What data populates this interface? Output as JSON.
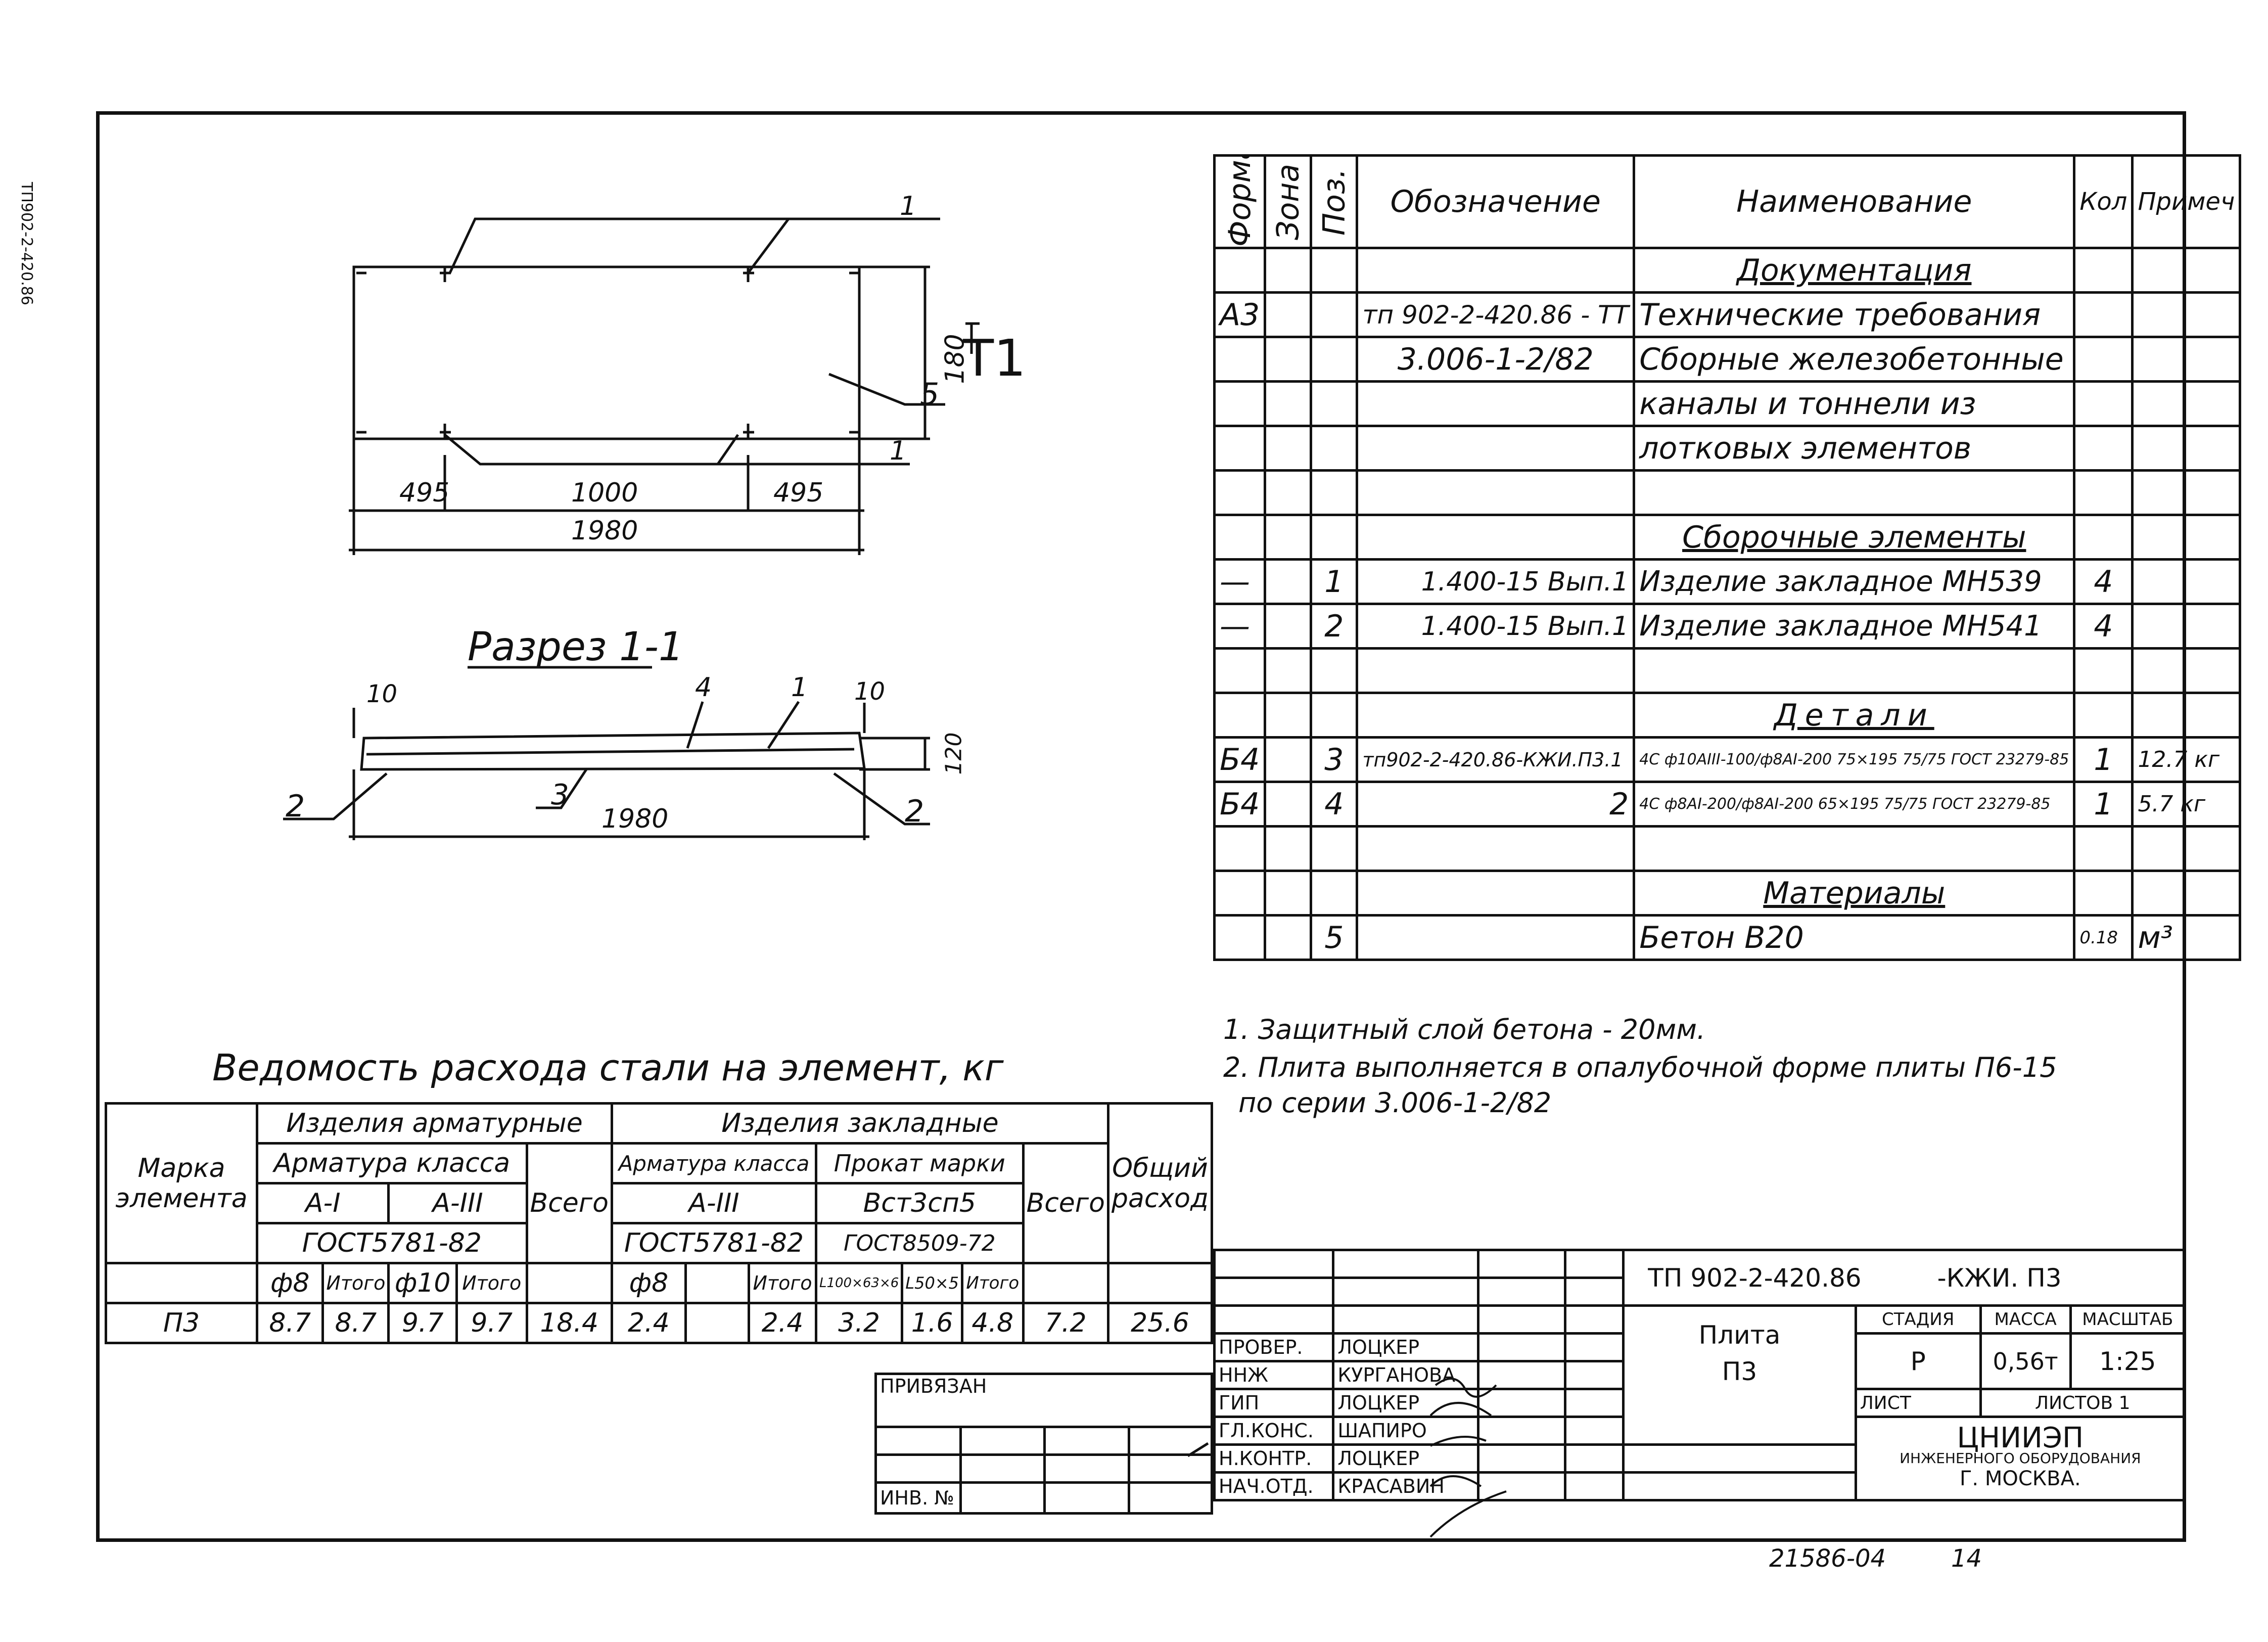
{
  "side_mark": "ТП902-2-420.86",
  "drawing": {
    "plan_dims": {
      "left": "495",
      "middle": "1000",
      "right": "495",
      "total": "1980",
      "height": "180"
    },
    "plan_callouts": {
      "top": "1",
      "right": "5",
      "bottom": "1"
    },
    "view_label": "Т1",
    "section_title": "Разрез 1-1",
    "section_dims": {
      "left": "10",
      "right": "10",
      "height": "120",
      "total": "1980"
    },
    "section_callouts": {
      "c4": "4",
      "c1": "1",
      "c2a": "2",
      "c3": "3",
      "c2b": "2"
    }
  },
  "spec": {
    "headers": {
      "format": "Формат",
      "zone": "Зона",
      "pos": "Поз.",
      "designation": "Обозначение",
      "name": "Наименование",
      "qty": "Кол",
      "note": "Примеч"
    },
    "rows": [
      {
        "format": "",
        "pos": "",
        "designation": "",
        "name": "Документация",
        "qty": "",
        "note": "",
        "section": true
      },
      {
        "format": "А3",
        "pos": "",
        "designation": "тп 902-2-420.86 - ТТ",
        "name": "Технические требования",
        "qty": "",
        "note": ""
      },
      {
        "format": "",
        "pos": "",
        "designation": "3.006-1-2/82",
        "name": "Сборные железобетонные",
        "qty": "",
        "note": ""
      },
      {
        "format": "",
        "pos": "",
        "designation": "",
        "name": "каналы и тоннели из",
        "qty": "",
        "note": ""
      },
      {
        "format": "",
        "pos": "",
        "designation": "",
        "name": "лотковых элементов",
        "qty": "",
        "note": ""
      },
      {
        "format": "",
        "pos": "",
        "designation": "",
        "name": "",
        "qty": "",
        "note": ""
      },
      {
        "format": "",
        "pos": "",
        "designation": "",
        "name": "Сборочные элементы",
        "qty": "",
        "note": "",
        "section": true
      },
      {
        "format": "—",
        "pos": "1",
        "designation": "1.400-15 Вып.1",
        "name": "Изделие закладное МН539",
        "qty": "4",
        "note": ""
      },
      {
        "format": "—",
        "pos": "2",
        "designation": "1.400-15 Вып.1",
        "name": "Изделие закладное МН541",
        "qty": "4",
        "note": ""
      },
      {
        "format": "",
        "pos": "",
        "designation": "",
        "name": "",
        "qty": "",
        "note": ""
      },
      {
        "format": "",
        "pos": "",
        "designation": "",
        "name": "Детали",
        "qty": "",
        "note": "",
        "section": true
      },
      {
        "format": "Б4",
        "pos": "3",
        "designation": "тп902-2-420.86-КЖИ.П3.1",
        "name": "4С ф10АIII-100/ф8АI-200 75×195 75/75 ГОСТ 23279-85",
        "qty": "1",
        "note": "12.7 кг"
      },
      {
        "format": "Б4",
        "pos": "4",
        "designation": "2",
        "name": "4С ф8АI-200/ф8АI-200 65×195 75/75 ГОСТ 23279-85",
        "qty": "1",
        "note": "5.7 кг"
      },
      {
        "format": "",
        "pos": "",
        "designation": "",
        "name": "",
        "qty": "",
        "note": ""
      },
      {
        "format": "",
        "pos": "",
        "designation": "",
        "name": "Материалы",
        "qty": "",
        "note": "",
        "section": true
      },
      {
        "format": "",
        "pos": "5",
        "designation": "",
        "name": "Бетон В20",
        "qty": "0.18",
        "note": "м³"
      }
    ]
  },
  "notes": [
    "1. Защитный слой бетона - 20мм.",
    "2. Плита выполняется в опалубочной форме плиты П6-15",
    "по серии 3.006-1-2/82"
  ],
  "steel": {
    "title": "Ведомость расхода стали на элемент, кг",
    "h_mark": "Марка элемента",
    "h_arm_items": "Изделия арматурные",
    "h_emb_items": "Изделия закладные",
    "h_arm_class": "Арматура класса",
    "h_arm_class2": "Арматура класса",
    "h_rolled": "Прокат марки",
    "h_total1": "Всего",
    "h_total2": "Всего",
    "h_overall": "Общий расход",
    "h_a1": "А-I",
    "h_a3": "А-III",
    "h_a3b": "А-III",
    "h_st": "Вст3сп5",
    "h_gost1": "ГОСТ5781-82",
    "h_gost2": "ГОСТ5781-82",
    "h_gost3": "ГОСТ8509-72",
    "h_cols": [
      "ф8",
      "Итого",
      "ф10",
      "Итого",
      "ф8",
      "",
      "Итого",
      "L100×63×6",
      "L50×5",
      "Итого"
    ],
    "row": {
      "mark": "П3",
      "values": [
        "8.7",
        "8.7",
        "9.7",
        "9.7",
        "18.4",
        "2.4",
        "",
        "2.4",
        "3.2",
        "1.6",
        "4.8",
        "7.2",
        "25.6"
      ]
    }
  },
  "title_block": {
    "doc_code": "ТП 902-2-420.86",
    "doc_suffix": "-КЖИ. П3",
    "title_line1": "Плита",
    "title_line2": "П3",
    "stage_h": "СТАДИЯ",
    "mass_h": "МАССА",
    "scale_h": "МАСШТАБ",
    "stage": "Р",
    "mass": "0,56т",
    "scale": "1:25",
    "sheet_h": "ЛИСТ",
    "sheets_h": "ЛИСТОВ 1",
    "org1": "ЦНИИЭП",
    "org2": "ИНЖЕНЕРНОГО ОБОРУДОВАНИЯ",
    "org3": "Г. МОСКВА.",
    "bound": "ПРИВЯЗАН",
    "inv": "ИНВ. №",
    "signers": [
      {
        "role": "ПРОВЕР.",
        "name": "ЛОЦКЕР"
      },
      {
        "role": "ННЖ",
        "name": "КУРГАНОВА"
      },
      {
        "role": "ГИП",
        "name": "ЛОЦКЕР"
      },
      {
        "role": "ГЛ.КОНС.",
        "name": "ШАПИРО"
      },
      {
        "role": "Н.КОНТР.",
        "name": "ЛОЦКЕР"
      },
      {
        "role": "НАЧ.ОТД.",
        "name": "КРАСАВИН"
      }
    ],
    "footer_num": "21586-04",
    "footer_page": "14"
  }
}
